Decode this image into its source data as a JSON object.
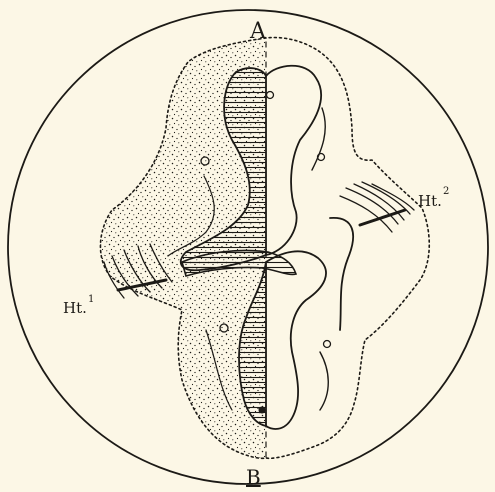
{
  "labels": {
    "top": "A",
    "bottom": "B",
    "left": "Ht.",
    "left_sup": "1",
    "right": "Ht.",
    "right_sup": "2"
  },
  "colors": {
    "paper": "#fcf7e6",
    "ink": "#1c1a16"
  }
}
